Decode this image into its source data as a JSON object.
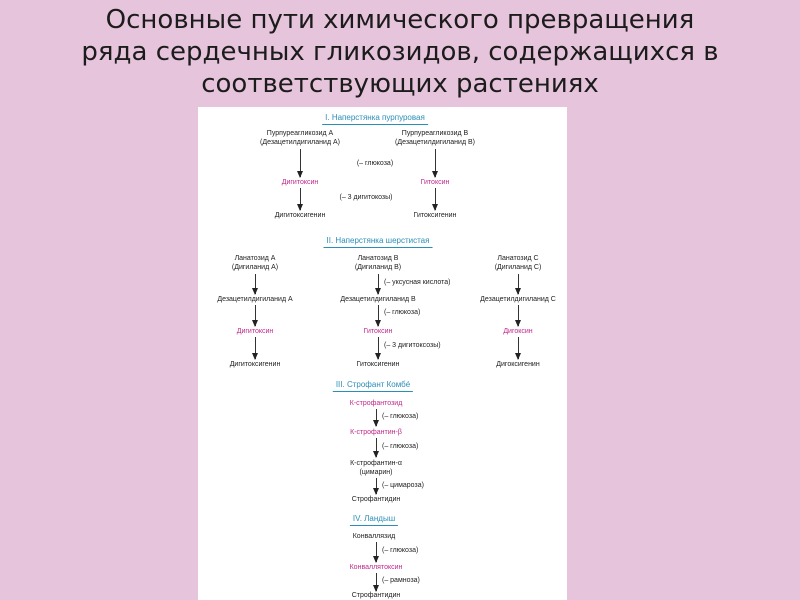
{
  "title": {
    "line1": "Основные пути химического превращения",
    "line2": "ряда сердечных гликозидов, содержащихся в",
    "line3": "соответствующих растениях"
  },
  "s1": {
    "heading": "I. Наперстянка пурпуровая",
    "a1": "Пурпуреагликозид А",
    "a2": "(Дезацетилдигиланид А)",
    "b1": "Пурпуреагликозид В",
    "b2": "(Дезацетилдигиланид В)",
    "step1": "(– глюкоза)",
    "a3": "Дигитоксин",
    "b3": "Гитоксин",
    "step2": "(– 3 дигитокозы)",
    "a4": "Дигитоксигенин",
    "b4": "Гитоксигенин"
  },
  "s2": {
    "heading": "II. Наперстянка шерстистая",
    "a1": "Ланатозид А",
    "a2": "(Дигиланид А)",
    "b1": "Ланатозид В",
    "b2": "(Дигиланид В)",
    "c1": "Ланатозид С",
    "c2": "(Дигиланид С)",
    "stepb1": "(– уксусная кислота)",
    "a3": "Дезацетилдигиланид А",
    "b3": "Дезацетилдигиланид В",
    "c3": "Дезацетилдигиланид С",
    "stepb2": "(– глюкоза)",
    "a4": "Дигитоксин",
    "b4": "Гитоксин",
    "c4": "Дигоксин",
    "stepb3": "(– 3 дигитоксозы)",
    "a5": "Дигитоксигенин",
    "b5": "Гитоксигенин",
    "c5": "Дигоксигенин"
  },
  "s3": {
    "heading": "III. Строфант Комбé",
    "n1": "К-строфантозид",
    "st1": "(– глюкоза)",
    "n2": "К-строфантин-β",
    "st2": "(– глюкоза)",
    "n3a": "К-строфантин-α",
    "n3b": "(цимарин)",
    "st3": "(– цимароза)",
    "n4": "Строфантидин"
  },
  "s4": {
    "heading": "IV. Ландыш",
    "n1": "Конваллязид",
    "st1": "(– глюкоза)",
    "n2": "Конваллятоксин",
    "st2": "(– рамноза)",
    "n3": "Строфантидин"
  }
}
